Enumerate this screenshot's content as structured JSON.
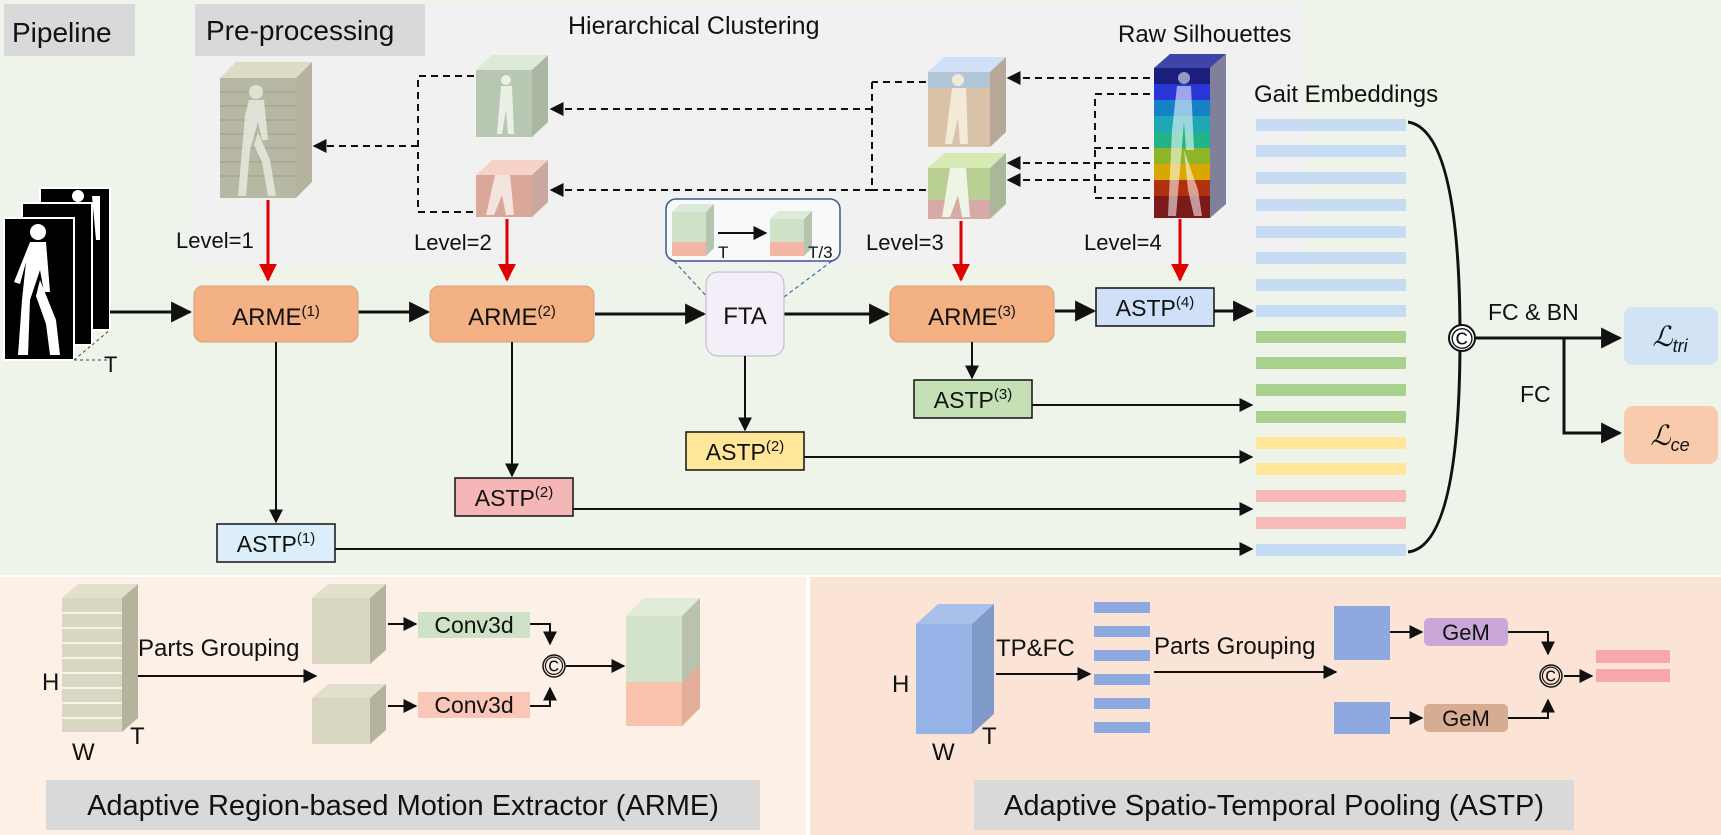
{
  "headers": {
    "pipeline": "Pipeline",
    "preprocessing": "Pre-processing",
    "hierarchical_clustering": "Hierarchical Clustering",
    "raw_silhouettes": "Raw Silhouettes",
    "gait_embeddings": "Gait Embeddings"
  },
  "levels": {
    "l1": "Level=1",
    "l2": "Level=2",
    "l3": "Level=3",
    "l4": "Level=4"
  },
  "modules": {
    "arme": "ARME",
    "astp": "ASTP",
    "fta": "FTA",
    "sup1": "(1)",
    "sup2": "(2)",
    "sup3": "(3)",
    "sup4": "(4)"
  },
  "labels": {
    "t": "T",
    "t3": "T/3",
    "concat": "©",
    "fc_bn": "FC & BN",
    "fc": "FC",
    "loss_main": "ℒ",
    "loss_tri_sub": "tri",
    "loss_ce_sub": "ce"
  },
  "arme_panel": {
    "title": "Adaptive Region-based Motion Extractor (ARME)",
    "parts_grouping": "Parts Grouping",
    "conv": "Conv3d",
    "h": "H",
    "w": "W",
    "t": "T"
  },
  "astp_panel": {
    "title": "Adaptive Spatio-Temporal Pooling (ASTP)",
    "tp_fc": "TP&FC",
    "parts_grouping": "Parts Grouping",
    "gem": "GeM",
    "h": "H",
    "w": "W",
    "t": "T"
  },
  "colors": {
    "arme": "#f4b183",
    "astp1": "#dbeef9",
    "astp2_yellow": "#ffe699",
    "astp2_pink": "#f4b6b6",
    "astp3": "#c5e0b4",
    "astp4": "#cfe0f8",
    "fta": "#f3eef7",
    "emb_blue": "#c5dcf3",
    "emb_green": "#a9d18e",
    "emb_yellow": "#ffe699",
    "emb_pink": "#f8b9b9",
    "loss_tri": "#d2e3f6",
    "loss_ce": "#f8cbad",
    "red_arrow": "#e00000"
  }
}
